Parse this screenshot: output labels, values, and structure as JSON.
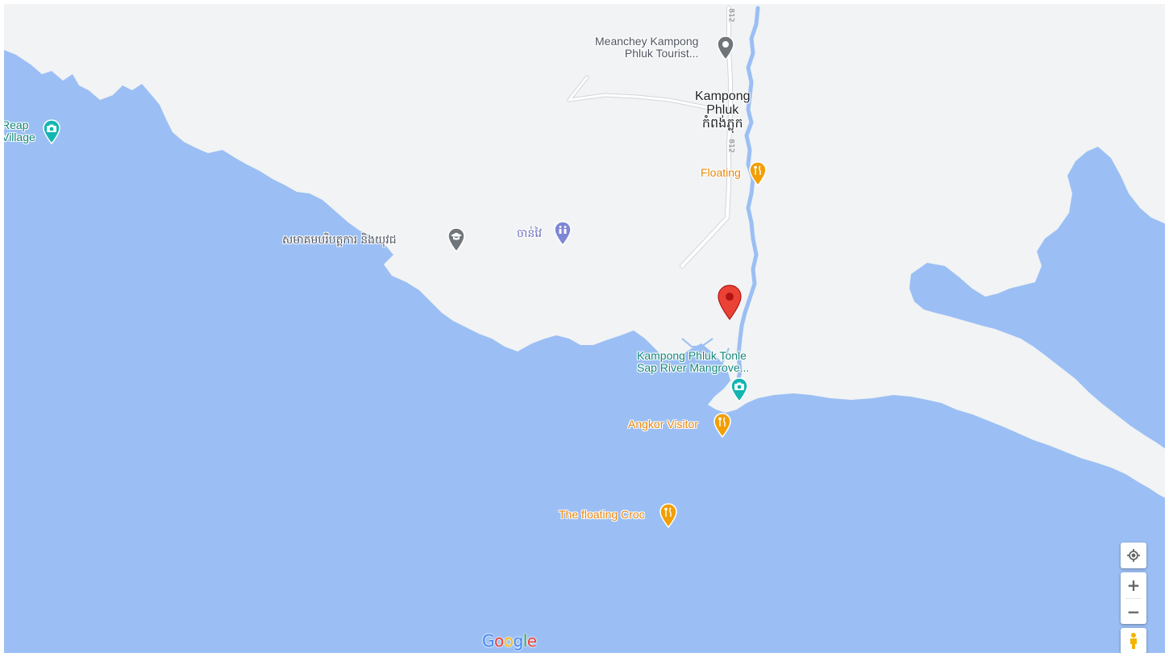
{
  "map": {
    "colors": {
      "water": "#9bbff4",
      "land": "#f1f3f4",
      "road": "#ffffff",
      "road_edge": "#d3d6da",
      "marker_red": "#ea4335",
      "food_orange": "#f29f05",
      "attraction_teal": "#13b5b1",
      "poi_grey": "#70757a",
      "worship_purple": "#7e86d6"
    },
    "road_number": "812",
    "places": {
      "meanchey": "Meanchey Kampong\nPhluk Tourist...",
      "kampong_phluk": "Kampong\nPhluk\nកំពង់ភ្លុក",
      "floating": "Floating",
      "school": "សមាគមបរិបត្តការ និងយុវជ",
      "pagoda": "ចាន់វៃ",
      "mangrove": "Kampong Phluk Tonle\nSap River Mangrove...",
      "angkor_visitor": "Angkor Visitor",
      "floating_croc": "The floating Croc",
      "reap_village": "Reap\nVillage"
    },
    "icons": {
      "selected": "location-pin-icon",
      "food": "fork-knife-icon",
      "attraction": "camera-icon",
      "school": "graduation-cap-icon",
      "worship": "worship-icon",
      "generic": "place-icon"
    }
  },
  "controls": {
    "locate_icon": "my-location-icon",
    "zoom_in": "+",
    "zoom_out": "−",
    "pegman_icon": "pegman-icon"
  },
  "branding": {
    "logo": "Google"
  }
}
